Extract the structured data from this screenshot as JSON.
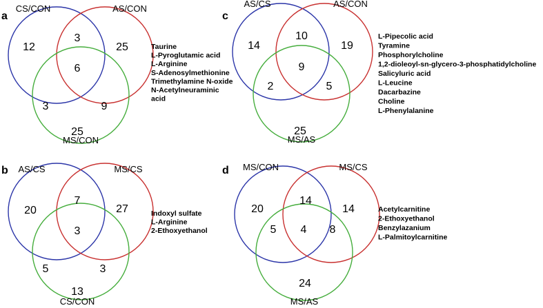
{
  "panels": [
    {
      "letter": "a",
      "sets": [
        "CS/CON",
        "AS/CON",
        "MS/CON"
      ],
      "colors": [
        "#2b35a8",
        "#c8302f",
        "#45ad3c"
      ],
      "counts": {
        "only1": "12",
        "only2": "25",
        "only3": "25",
        "c12": "3",
        "c13": "3",
        "c23": "9",
        "c123": "6"
      },
      "compounds": [
        "Taurine",
        "L-Pyroglutamic acid",
        "L-Arginine",
        "S-Adenosylmethionine",
        "Trimethylamine N-oxide",
        "N-Acetylneuraminic",
        "acid"
      ]
    },
    {
      "letter": "b",
      "sets": [
        "AS/CS",
        "MS/CS",
        "CS/CON"
      ],
      "colors": [
        "#2b35a8",
        "#c8302f",
        "#45ad3c"
      ],
      "counts": {
        "only1": "20",
        "only2": "27",
        "only3": "13",
        "c12": "7",
        "c13": "5",
        "c23": "3",
        "c123": "3"
      },
      "compounds": [
        "Indoxyl sulfate",
        "L-Arginine",
        "2-Ethoxyethanol"
      ]
    },
    {
      "letter": "c",
      "sets": [
        "AS/CS",
        "AS/CON",
        "MS/AS"
      ],
      "colors": [
        "#2b35a8",
        "#c8302f",
        "#45ad3c"
      ],
      "counts": {
        "only1": "14",
        "only2": "19",
        "only3": "25",
        "c12": "10",
        "c13": "2",
        "c23": "5",
        "c123": "9"
      },
      "compounds": [
        "L-Pipecolic acid",
        "Tyramine",
        "Phosphorylcholine",
        "1,2-dioleoyl-sn-glycero-3-phosphatidylcholine",
        "Salicyluric acid",
        "L-Leucine",
        "Dacarbazine",
        "Choline",
        "L-Phenylalanine"
      ]
    },
    {
      "letter": "d",
      "sets": [
        "MS/CON",
        "MS/CS",
        "MS/AS"
      ],
      "colors": [
        "#2b35a8",
        "#c8302f",
        "#45ad3c"
      ],
      "counts": {
        "only1": "20",
        "only2": "14",
        "only3": "24",
        "c12": "14",
        "c13": "5",
        "c23": "8",
        "c123": "4"
      },
      "compounds": [
        "Acetylcarnitine",
        "2-Ethoxyethanol",
        "Benzylazanium",
        "L-Palmitoylcarnitine"
      ]
    }
  ]
}
